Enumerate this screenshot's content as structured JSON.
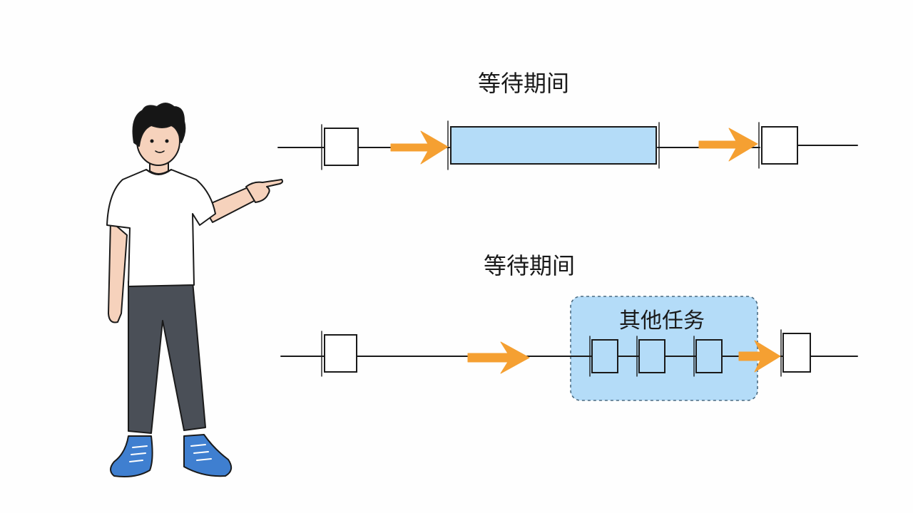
{
  "top_row": {
    "label": "等待期间"
  },
  "bottom_row": {
    "label": "等待期间",
    "box_label": "其他任务"
  },
  "colors": {
    "ink": "#1a1a1a",
    "arrow": "#f5a032",
    "wait_fill": "#b4dcf8",
    "tasks_fill": "#b4dcf8",
    "tasks_border": "#4a6a80",
    "shirt": "#ffffff",
    "pants": "#4a4f57",
    "shoes": "#3f7fd0",
    "skin": "#f6d2bc",
    "hair": "#161616"
  },
  "icons": {
    "person": "person-pointing-illustration",
    "arrow": "orange-arrow-right"
  }
}
